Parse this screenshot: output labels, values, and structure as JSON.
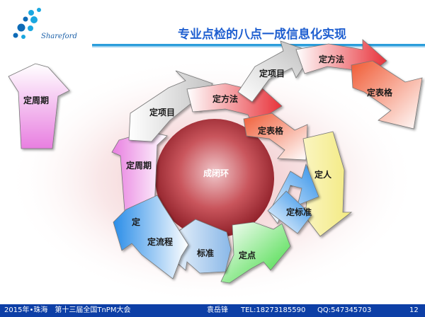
{
  "title": "专业点检的八点一成信息化实现",
  "logo": {
    "text": "Shareford",
    "dot_colors": [
      "#1aa7e0",
      "#0d6bb7"
    ]
  },
  "header_line_colors": [
    "#2a9ddb",
    "#9ad0ef"
  ],
  "colors": {
    "title": "#1f5fd0",
    "footer_bg": "#0d3fa6",
    "center_circle": "#c04048",
    "arrow_pink": "#e87ee0",
    "arrow_gray": "#c8c8c8",
    "arrow_red": "#e8323a",
    "arrow_orange": "#f26a3a",
    "arrow_yellow": "#f3ea80",
    "arrow_blue": "#2a8de8",
    "arrow_lightblue": "#8ab8e8",
    "arrow_green": "#3ad83a"
  },
  "diagram": {
    "center_label": "成闭环",
    "standalone_arrow": "定周期",
    "cycle_arrows": [
      "定周期",
      "定项目",
      "定方法",
      "定表格",
      "定人",
      "定标准",
      "定点",
      "标准",
      "定流程",
      "定"
    ],
    "partial_labels": [
      "定"
    ],
    "top_chain_arrows": [
      "定项目",
      "定方法",
      "定表格"
    ]
  },
  "footer": {
    "event": "2015年•珠海　第十三届全国TnPM大会",
    "speaker": "袁岳锋",
    "phone": "TEL:18273185590",
    "qq": "QQ:547345703",
    "page_number": "12"
  }
}
